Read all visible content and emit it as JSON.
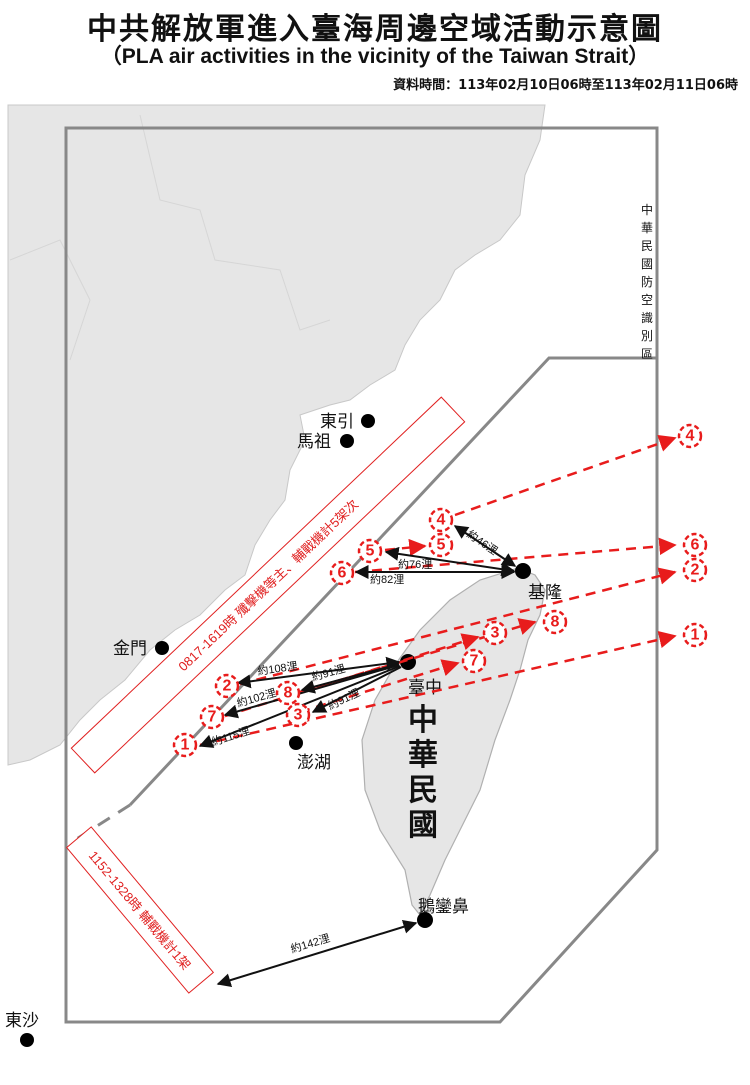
{
  "header": {
    "title": "中共解放軍進入臺海周邊空域活動示意圖",
    "subtitle": "（PLA air activities in the vicinity of the Taiwan Strait）",
    "data_period": "資料時間：113年02月10日06時至113年02月11日06時"
  },
  "map": {
    "adiz_label": "中華民國防空識別區",
    "country_label": "中華民國",
    "places": {
      "dongyin": "東引",
      "matsu": "馬祖",
      "kinmen": "金門",
      "taichung": "臺中",
      "keelung": "基隆",
      "penghu": "澎湖",
      "eluanbi": "鵝鑾鼻",
      "dongsha": "東沙"
    },
    "annotation_boxes": [
      {
        "id": "box1",
        "text": "0817-1619時  殲擊機等主、輔戰機計5架次"
      },
      {
        "id": "box2",
        "text": "1152-1328時  輔戰機計1架"
      }
    ],
    "distances": {
      "d46": "約46浬",
      "d76": "約76浬",
      "d82": "約82浬",
      "d108": "約108浬",
      "d91a": "約91浬",
      "d102": "約102浬",
      "d91b": "約91浬",
      "d115": "約115浬",
      "d142": "約142浬"
    },
    "tracks": {
      "t1": "1",
      "t2": "2",
      "t3": "3",
      "t4": "4",
      "t5": "5",
      "t6": "6",
      "t7": "7",
      "t8": "8"
    },
    "colors": {
      "track_red": "#e81c1c",
      "land_gray": "#e6e6e6",
      "border_gray": "#888888"
    }
  }
}
